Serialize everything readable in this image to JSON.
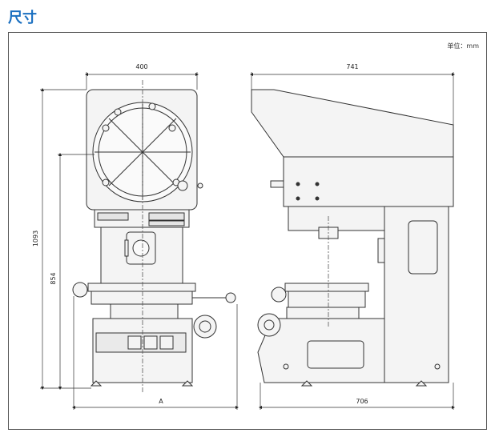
{
  "section_title": "尺寸",
  "unit_note": "单位：mm",
  "dimensions": {
    "front_width": "400",
    "side_depth_top": "741",
    "total_height": "1093",
    "body_height": "854",
    "base_width_variable": "A",
    "side_base_depth": "706"
  },
  "colors": {
    "title": "#1a6fc0",
    "body_fill": "#f4f4f4",
    "line": "#333333"
  }
}
